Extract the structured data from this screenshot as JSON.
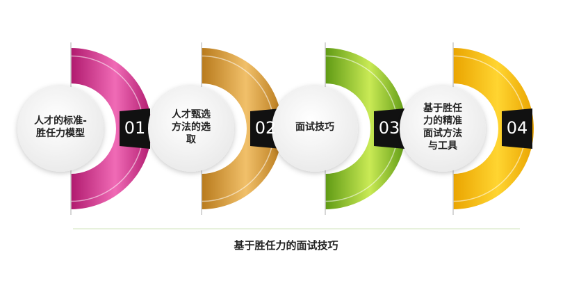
{
  "title": "基于胜任力的面试技巧",
  "steps": [
    {
      "num": "01",
      "label": "人才的标准-\n胜任力模型",
      "color_light": "#f06bb6",
      "color_dark": "#b01a6e"
    },
    {
      "num": "02",
      "label": "人才甄选\n方法的选\n取",
      "color_light": "#f1c06a",
      "color_dark": "#b87a1c"
    },
    {
      "num": "03",
      "label": "面试技巧",
      "color_light": "#c9ea55",
      "color_dark": "#5f9a14"
    },
    {
      "num": "04",
      "label": "基于胜任\n力的精准\n面试方法\n与工具",
      "color_light": "#ffd531",
      "color_dark": "#eaa400"
    }
  ]
}
